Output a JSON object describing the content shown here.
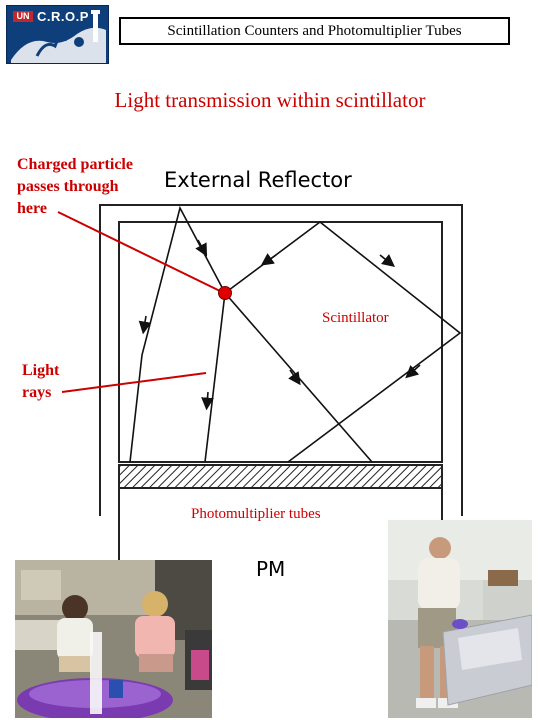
{
  "header": {
    "logo_text": "C.R.O.P",
    "logo_mark": "UN",
    "title": "Scintillation Counters and Photomultiplier Tubes"
  },
  "slide": {
    "title": "Light transmission within scintillator"
  },
  "annotations": {
    "charged_particle": [
      "Charged particle",
      "passes through",
      "here"
    ],
    "light_rays": [
      "Light",
      "rays"
    ],
    "scintillator": "Scintillator",
    "photomultiplier": "Photomultiplier tubes"
  },
  "diagram": {
    "external_reflector": "External Reflector",
    "pm": "PM"
  },
  "colors": {
    "accent_red": "#cc0000",
    "logo_blue": "#0e3f7a",
    "tub_purple": "#7a3bb0",
    "foil_silver": "#c9ccd2"
  },
  "icons": {
    "logo": "crop-logo-icon",
    "particle_marker": "red-dot-icon"
  }
}
